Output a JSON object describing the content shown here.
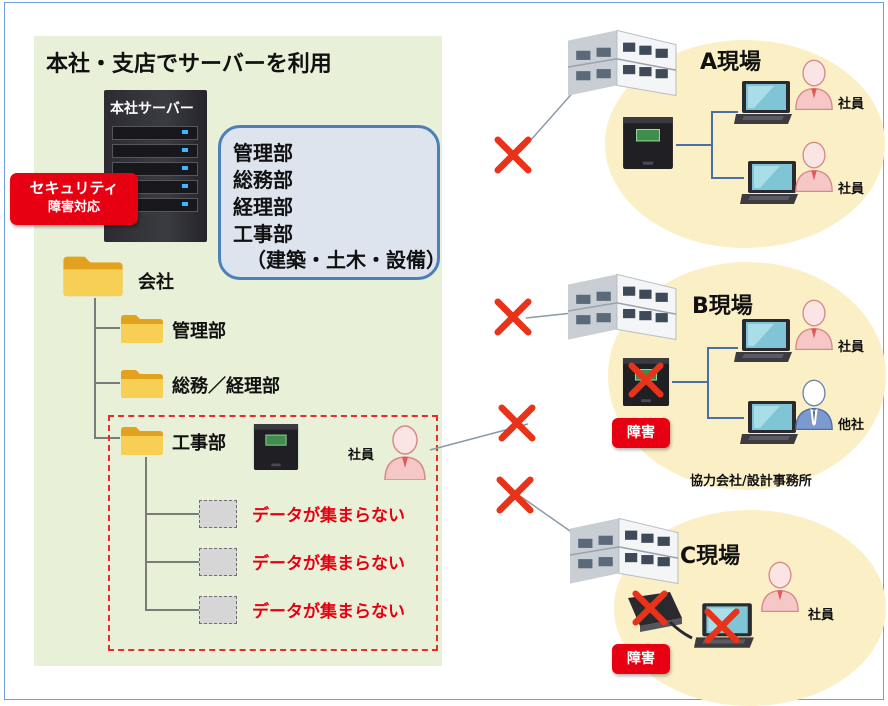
{
  "hq": {
    "title": "本社・支店でサーバーを利用",
    "server_label": "本社サーバー",
    "security_badge": {
      "line1": "セキュリティ",
      "line2": "障害対応"
    },
    "departments": [
      "管理部",
      "総務部",
      "経理部",
      "工事部",
      "（建築・土木・設備）"
    ],
    "tree": {
      "root": "会社",
      "children": [
        "管理部",
        "総務／経理部",
        "工事部"
      ]
    },
    "employee_label": "社員",
    "missing_items": [
      "データが集まらない",
      "データが集まらない",
      "データが集まらない"
    ]
  },
  "sites": [
    {
      "name": "A現場",
      "employees": [
        "社員",
        "社員"
      ],
      "failure": ""
    },
    {
      "name": "B現場",
      "employees": [
        "社員",
        "他社"
      ],
      "failure": "障害",
      "note": "協力会社/設計事務所"
    },
    {
      "name": "C現場",
      "employees": [
        "社員"
      ],
      "failure": "障害"
    }
  ],
  "colors": {
    "frame": "#6f9fd8",
    "hq_panel": "#e8f1d8",
    "site_circle": "#fbefc6",
    "alert_red": "#e60012",
    "dept_box_border": "#4f7fb9",
    "folder": "#f2c23a"
  },
  "icons": [
    "server-icon",
    "folder-icon",
    "nas-icon",
    "laptop-icon",
    "person-icon",
    "building-icon",
    "cross-icon"
  ]
}
